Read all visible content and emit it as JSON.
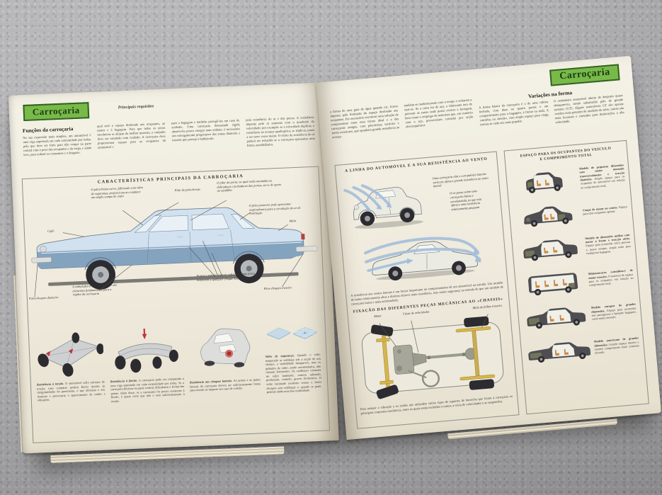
{
  "left_page": {
    "tab": "Carroçaria",
    "kicker": "Principais requisitos",
    "heading": "Funções da carroçaria",
    "intro": [
      "Na sua expressão mais simples, um automóvel é uma viga suportada em cada extremidade por rodas, pelo que deve ser forte para não vergar na parte central com o peso dos ocupantes e da carga, e ainda leve, para reduzir os consumos e o desgaste.",
      "qual será o espaço destinado aos ocupantes, ao motor e à bagagem. Para que todas as peças mecânicas se alojem da melhor maneira, o conjunto deve ser estudado com cuidado. A carroçaria deve proporcionar espaço para os ocupantes do automóvel e",
      "para a bagagem e também protegê-los em caso de acidente. Uma carroçaria demasiado rígida absorveria pouca energia num embate; é necessário um esmagamento progressivo das zonas dianteira e traseira que proteja o habitáculo.",
      "pela resistência do ar e dos pneus. A resistência imposta pelo ar aumenta com o quadrado da velocidade; por exemplo: se a velocidade duplicar, a resistência ao avanço quadruplica; se triplicar, passa a ser nove vezes maior. O efeito da resistência do ar poderá ser reduzido se a carroçaria apresentar uma forma aerodinâmica."
    ],
    "diagram_title": "CARACTERÍSTICAS PRINCIPAIS DA CARROÇARIA",
    "car_labels": {
      "windshield": "O pára-brisas curvo, fabricado com vidro de segurança, proporciona ao condutor um amplo campo de visão",
      "a_pillar": "Pilar do pára-brisas",
      "door_pillar": "O pilar da porta, no qual estão montadas as dobradiças e fechaduras das portas, serve de apoio ao tejadilho",
      "rear_pillar": "O pilar posterior pode apresentar respiradouros para a circulação do ar de ventilação",
      "trunk": "Mala",
      "hood": "Capô",
      "front_bumper": "Pára-choques dianteiro",
      "rear_bumper": "Pára-choques traseiro",
      "sill": "A embaladeira e o revestimento são elementos fundamentais para a rigidez da carroçaria",
      "doors": "Portas e painéis laterais suficientemente fortes para resistirem a qualquer choque lateral"
    },
    "figures": [
      {
        "lead": "Resistência à torção.",
        "text": "O automóvel sofre esforços de torção; caso contrário poderá flectir devido às irregularidades do pavimento, o que afectaria o seu domínio e provocaria o aparecimento de ruídos e vibrações."
      },
      {
        "lead": "Resistência à flexão.",
        "text": "A carroçaria pode ser comparada a uma viga suportada em cada extremidade por rodas. Se a carroçaria flectisse na parte central, dificultaria o fechar das portas. Além disso, se a carroçaria for pouco resistente à flexão, é quase certo que não o será suficientemente à torção."
      },
      {
        "lead": "Resistência aos choques laterais.",
        "text": "As portas e as partes laterais da carroçaria devem ser suficientemente fortes para resistir ao impacte em caso de colisão."
      },
      {
        "lead": "Vidro de segurança.",
        "text": "Quando o vidro temperado se estilhaça sob a acção de um choque, a visibilidade desaparece, mas os grânulos de vidro, sendo arredondados, não causam ferimentos. Os estilhaços cortantes do vidro laminado, outrora utilizado, produziam, contudo, graves ferimentos. O vidro laminado moderno resiste a fortes choques sem estilhaçar e, quando se parte, permite ainda uma boa visibilidade."
      }
    ]
  },
  "right_page": {
    "tab": "Carroçaria",
    "top_columns": [
      "a forma de uma gota de água quando cai, forma imposta pela limitação do espaço destinado aos ocupantes. Foi necessário encontrar uma solução de compromisso entre essa forma ideal e a das carroçarias antigas, com pára-brisas verticais e faróis exteriores, que opunham grande resistência ao avanço.",
      "também se modernizaram com o tempo e voltaram a usar-se. Se a caixa for de aço, o fabricante tem de prevenir as zonas onde possa ocorrer a ferrugem, bem como o emprego de materiais que, em contacto com o aço, provocariam corrosão por acção electroquímica."
    ],
    "variations_heading": "Variações na forma",
    "variations_columns": [
      "A forma básica da carroçaria é a de uma cabina fechada, com duas ou quatro portas e um compartimento para a bagagem, à frente ou atrás. A carrinha, ou «break», com amplo espaço para carga, tornou-se cada vez mais popular.",
      "O verdadeiro automóvel aberto de desporto quase desapareceu, sendo substituído pelo de grande turismo (GT). Alguns automóveis GT são apenas versões mais potentes de modelos de série, outros são mais luxuosos e cómodos para deslocações a alta velocidade."
    ],
    "wind_section": {
      "title": "A LINHA DO AUTOMÓVEL E A SUA RESISTÊNCIA AO VENTO",
      "label_tall": "Uma carroçaria alta e com painéis laterais verticais oferece grande resistência ao vento lateral",
      "label_low": "O ar passa sobre uma carroçaria baixa e arredondada, já que esta oferece uma resistência relativamente pequena",
      "caption": "A resistência aos ventos laterais é um factor importante no comportamento de um automóvel na estrada. Um modelo de lados relativamente altos e direitos oferece mais resistência, mas maior segurança na estrada do que um modelo de carroçaria baixa e mais arredondada."
    },
    "fixing_section": {
      "title": "FIXAÇÃO DAS DIFERENTES PEÇAS MECÂNICAS AO «CHASSIS»",
      "labels": {
        "engine": "Motor",
        "gearbox": "Caixa de velocidades",
        "spring": "Mola de folhas traseira"
      },
      "caption": "Para reduzir a vibração e os ruídos são utilizados vários tipos de suportes de borracha que fixam à carroçaria os principais conjuntos mecânicos, entre os quais estão incluídos o motor, a caixa de velocidades e as suspensões."
    },
    "space_section": {
      "title_line1": "ESPAÇO PARA OS OCUPANTES DO VEÍCULO",
      "title_line2": "E COMPRIMENTO TOTAL",
      "vehicles": [
        {
          "lead": "Modelo de pequenas dimensões com motor montado transversalmente e tracção dianteira.",
          "text": "Amplo espaço para os ocupantes do automóvel em relação ao comprimento total."
        },
        {
          "lead": "Coupé de motor ao centro.",
          "text": "Espaço para dois ocupantes apenas."
        },
        {
          "lead": "Modelo de dimensões médias com motor à frente e tracção atrás.",
          "text": "Espaço para acomodar cinco pessoas e, quase sempre, ampla mala para transportar bagagem."
        },
        {
          "lead": "Miniautocarro («minibus») de motor traseiro.",
          "text": "O máximo de espaço para os ocupantes em relação ao comprimento total."
        },
        {
          "lead": "Modelo europeu de grandes dimensões.",
          "text": "Espaço para acomodar seis passageiros e bastante bagagem; custo muito elevado."
        },
        {
          "lead": "Modelo americano de grandes dimensões.",
          "text": "Grande espaço interior e enorme comprimento total; consumo elevado."
        }
      ]
    }
  }
}
